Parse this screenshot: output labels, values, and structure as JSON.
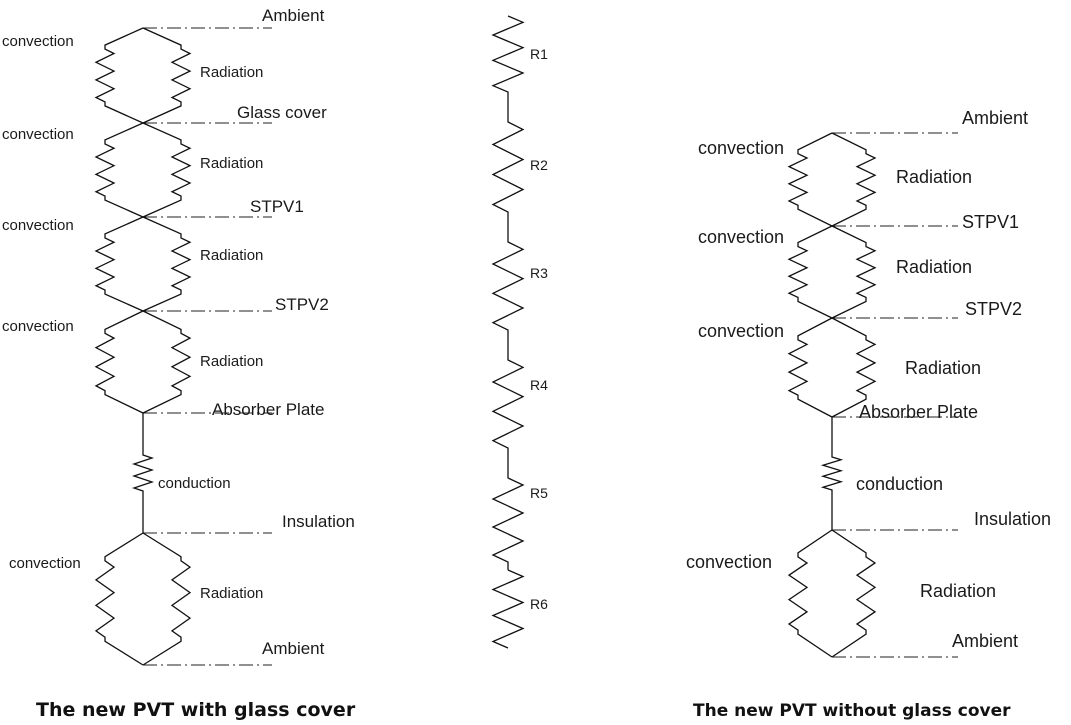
{
  "left_diagram": {
    "caption": "The new PVT with glass cover",
    "layers": [
      "Ambient",
      "Glass cover",
      "STPV1",
      "STPV2",
      "Absorber Plate",
      "Insulation",
      "Ambient"
    ],
    "convection": "convection",
    "radiation": "Radiation",
    "conduction": "conduction"
  },
  "middle_diagram": {
    "resistors": [
      "R1",
      "R2",
      "R3",
      "R4",
      "R5",
      "R6"
    ]
  },
  "right_diagram": {
    "caption": "The new PVT without glass cover",
    "layers": [
      "Ambient",
      "STPV1",
      "STPV2",
      "Absorber Plate",
      "Insulation",
      "Ambient"
    ],
    "convection": "convection",
    "radiation": "Radiation",
    "conduction": "conduction"
  }
}
